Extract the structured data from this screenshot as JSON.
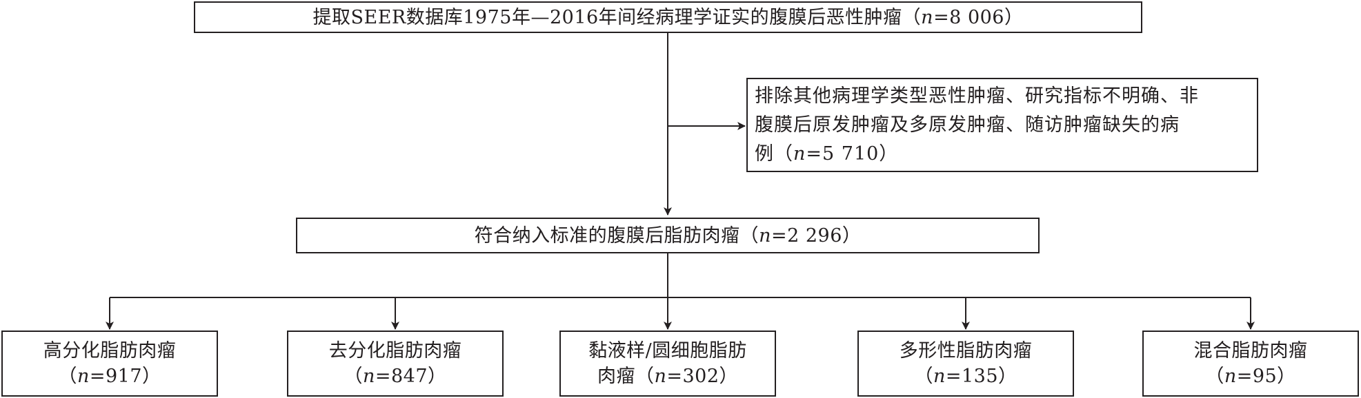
{
  "top_box": {
    "pre": "提取SEER数据库1975年—2016年间经病理学证实的腹膜后恶性肿瘤（",
    "n_label": "n",
    "post": "=8 006）"
  },
  "exclude_box": {
    "line1": "排除其他病理学类型恶性肿瘤、研究指标不明确、非",
    "line2": "腹膜后原发肿瘤及多原发肿瘤、随访肿瘤缺失的病",
    "line3_pre": "例（",
    "n_label": "n",
    "line3_post": "=5 710）"
  },
  "middle_box": {
    "pre": "符合纳入标准的腹膜后脂肪肉瘤（",
    "n_label": "n",
    "post": "=2 296）"
  },
  "subtypes": [
    {
      "name": "高分化脂肪肉瘤",
      "n_pre": "（",
      "n_label": "n",
      "n_post": "=917）"
    },
    {
      "name": "去分化脂肪肉瘤",
      "n_pre": "（",
      "n_label": "n",
      "n_post": "=847）"
    },
    {
      "name": "黏液样/圆细胞脂肪",
      "n_pre": "肉瘤（",
      "n_label": "n",
      "n_post": "=302）"
    },
    {
      "name": "多形性脂肪肉瘤",
      "n_pre": "（",
      "n_label": "n",
      "n_post": "=135）"
    },
    {
      "name": "混合脂肪肉瘤",
      "n_pre": "（",
      "n_label": "n",
      "n_post": "=95）"
    }
  ],
  "colors": {
    "line": "#231f20",
    "background": "#ffffff"
  }
}
